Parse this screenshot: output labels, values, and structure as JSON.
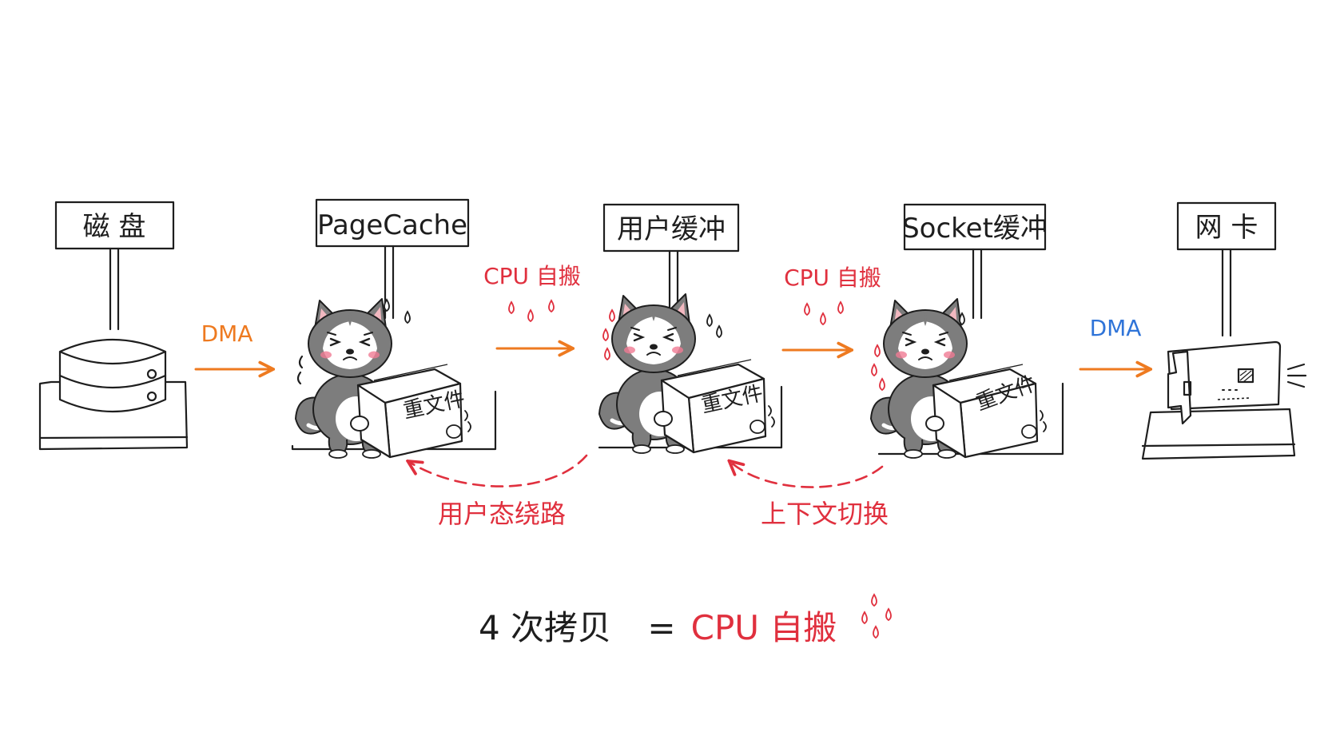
{
  "stages": [
    {
      "id": "disk",
      "label": "磁 盘"
    },
    {
      "id": "pagecache",
      "label": "PageCache",
      "box_label": "重文件"
    },
    {
      "id": "user_buffer",
      "label": "用户缓冲",
      "box_label": "重文件"
    },
    {
      "id": "socket_buffer",
      "label": "Socket缓冲",
      "box_label": "重文件"
    },
    {
      "id": "nic",
      "label": "网 卡"
    }
  ],
  "arrows": [
    {
      "label": "DMA",
      "color": "#ee7a20"
    },
    {
      "label": "CPU 自搬",
      "color": "#e0303e"
    },
    {
      "label": "CPU 自搬",
      "color": "#e0303e"
    },
    {
      "label": "DMA",
      "color": "#2f74d8"
    }
  ],
  "return_arrows": [
    {
      "label": "用户态绕路",
      "color": "#e0303e"
    },
    {
      "label": "上下文切换",
      "color": "#e0303e"
    }
  ],
  "summary": {
    "left": "4 次拷贝",
    "equals": "=",
    "right": "CPU 自搬"
  },
  "colors": {
    "accent_red": "#e0303e",
    "accent_orange": "#ee7a20",
    "accent_blue": "#2f74d8",
    "ink": "#1e1e1e",
    "dog_gray": "#7d7d7d"
  }
}
